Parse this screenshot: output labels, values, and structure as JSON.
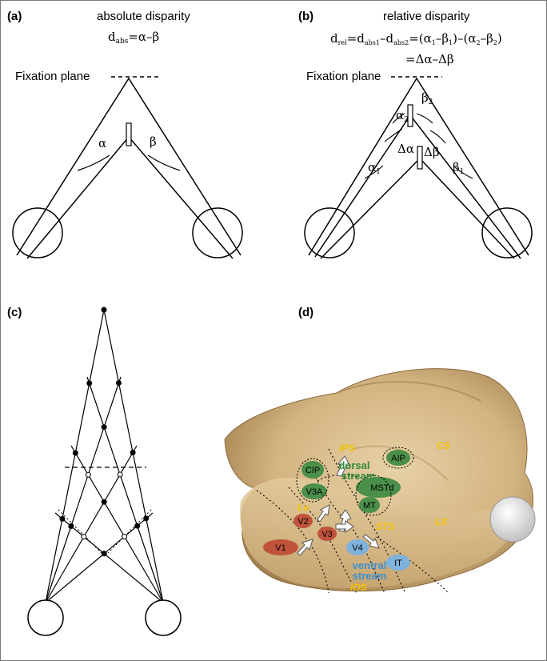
{
  "panels": {
    "a": {
      "label": "(a)",
      "title": "absolute disparity",
      "equation": {
        "lhs_main": "d",
        "lhs_sub": "abs",
        "rhs": "=α–β"
      },
      "fixation_label": "Fixation plane",
      "angle_alpha": "α",
      "angle_beta": "β"
    },
    "b": {
      "label": "(b)",
      "title": "relative disparity",
      "equation_line1": {
        "d": "d",
        "sub_rel": "rel",
        "eq1": "=d",
        "sub_abs1": "abs1",
        "minus": "–d",
        "sub_abs2": "abs2",
        "p1": "=(α",
        "s1": "1",
        "p2": "–β",
        "s2": "1",
        "p3": ")–(α",
        "s3": "2",
        "p4": "–β",
        "s4": "2",
        "p5": ")"
      },
      "equation_line2": "=Δα–Δβ",
      "fixation_label": "Fixation plane",
      "angles": {
        "alpha2": "α",
        "alpha2_sub": "2",
        "beta2": "β",
        "beta2_sub": "2",
        "delta_alpha": "Δα",
        "delta_beta": "Δβ",
        "alpha1": "α",
        "alpha1_sub": "1",
        "beta1": "β",
        "beta1_sub": "1"
      }
    },
    "c": {
      "label": "(c)"
    },
    "d": {
      "label": "(d)",
      "areas": {
        "v1": "V1",
        "v2": "V2",
        "v3": "V3",
        "v3a": "V3A",
        "cip": "CIP",
        "mt": "MT",
        "mstd": "MSTd",
        "aip": "AIP",
        "v4": "V4",
        "it": "IT"
      },
      "sulci": {
        "ips": "IPS",
        "cs": "CS",
        "ls": "LS",
        "sts": "STS",
        "lu": "Lu",
        "ios": "IOS"
      },
      "streams": {
        "dorsal_line1": "dorsal",
        "dorsal_line2": "stream",
        "ventral_line1": "ventral",
        "ventral_line2": "stream"
      }
    }
  },
  "colors": {
    "dorsal_green": "#2f8a3a",
    "dorsal_area": "#4a8f4a",
    "ventral_blue": "#3b8fd1",
    "ventral_area": "#7fb2dd",
    "early_red": "#c0533b",
    "sulcus_yellow": "#f2c200",
    "brain_tan": "#d6bb8c"
  }
}
